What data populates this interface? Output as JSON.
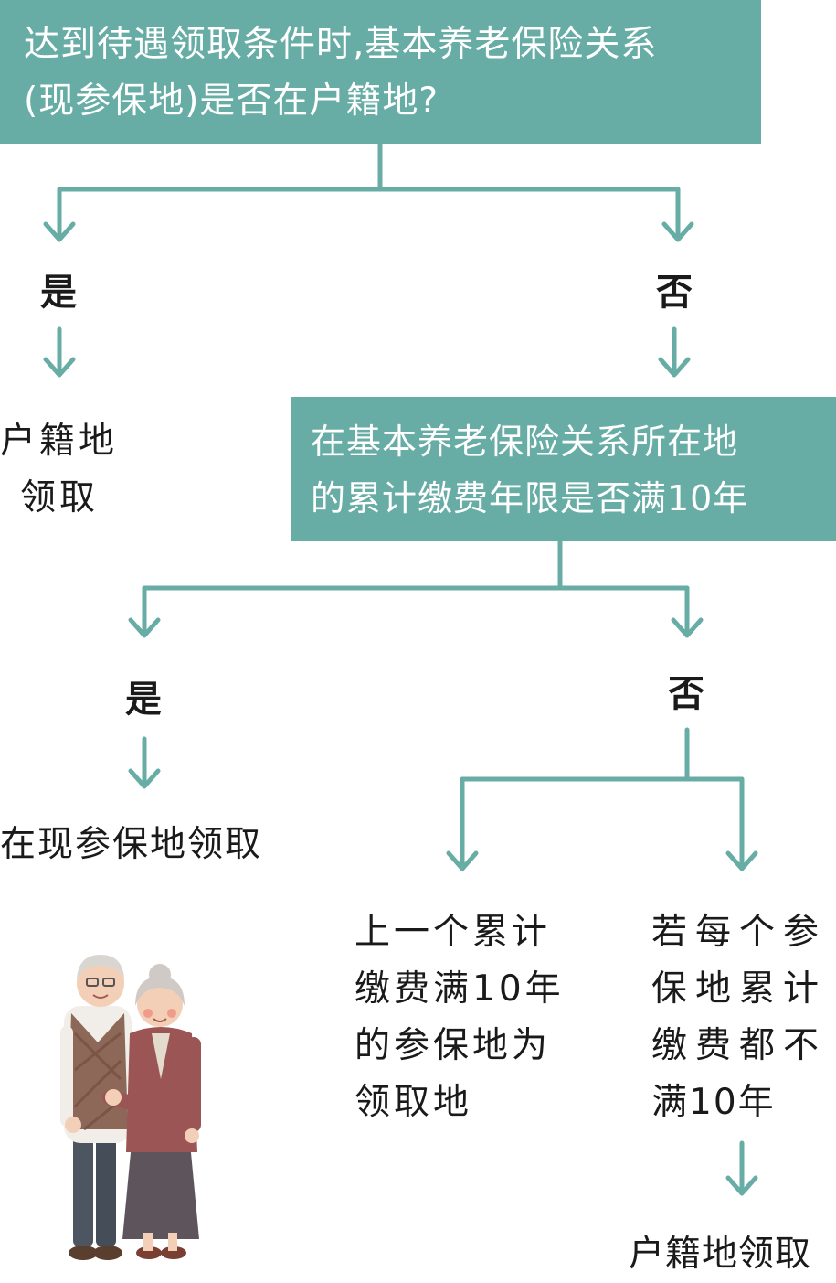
{
  "colors": {
    "teal": "#67ada5",
    "text": "#1a1a1a",
    "box_text": "#ffffff"
  },
  "question1": {
    "lines": [
      "达到待遇领取条件时,基本养老保险关系",
      "(现参保地)是否在户籍地?"
    ]
  },
  "q1_yes": {
    "label": "是",
    "result": [
      "户籍地",
      "领取"
    ]
  },
  "q1_no": {
    "label": "否"
  },
  "question2": {
    "lines": [
      "在基本养老保险关系所在地",
      "的累计缴费年限是否满10年"
    ]
  },
  "q2_yes": {
    "label": "是",
    "result": "在现参保地领取"
  },
  "q2_no": {
    "label": "否",
    "branch_left": [
      "上一个累计",
      "缴费满10年",
      "的参保地为",
      "领取地"
    ],
    "branch_right": [
      "若每个参",
      "保地累计",
      "缴费都不",
      "满10年"
    ],
    "final": "户籍地领取"
  },
  "illustration": {
    "icon": "elderly-couple-icon"
  }
}
